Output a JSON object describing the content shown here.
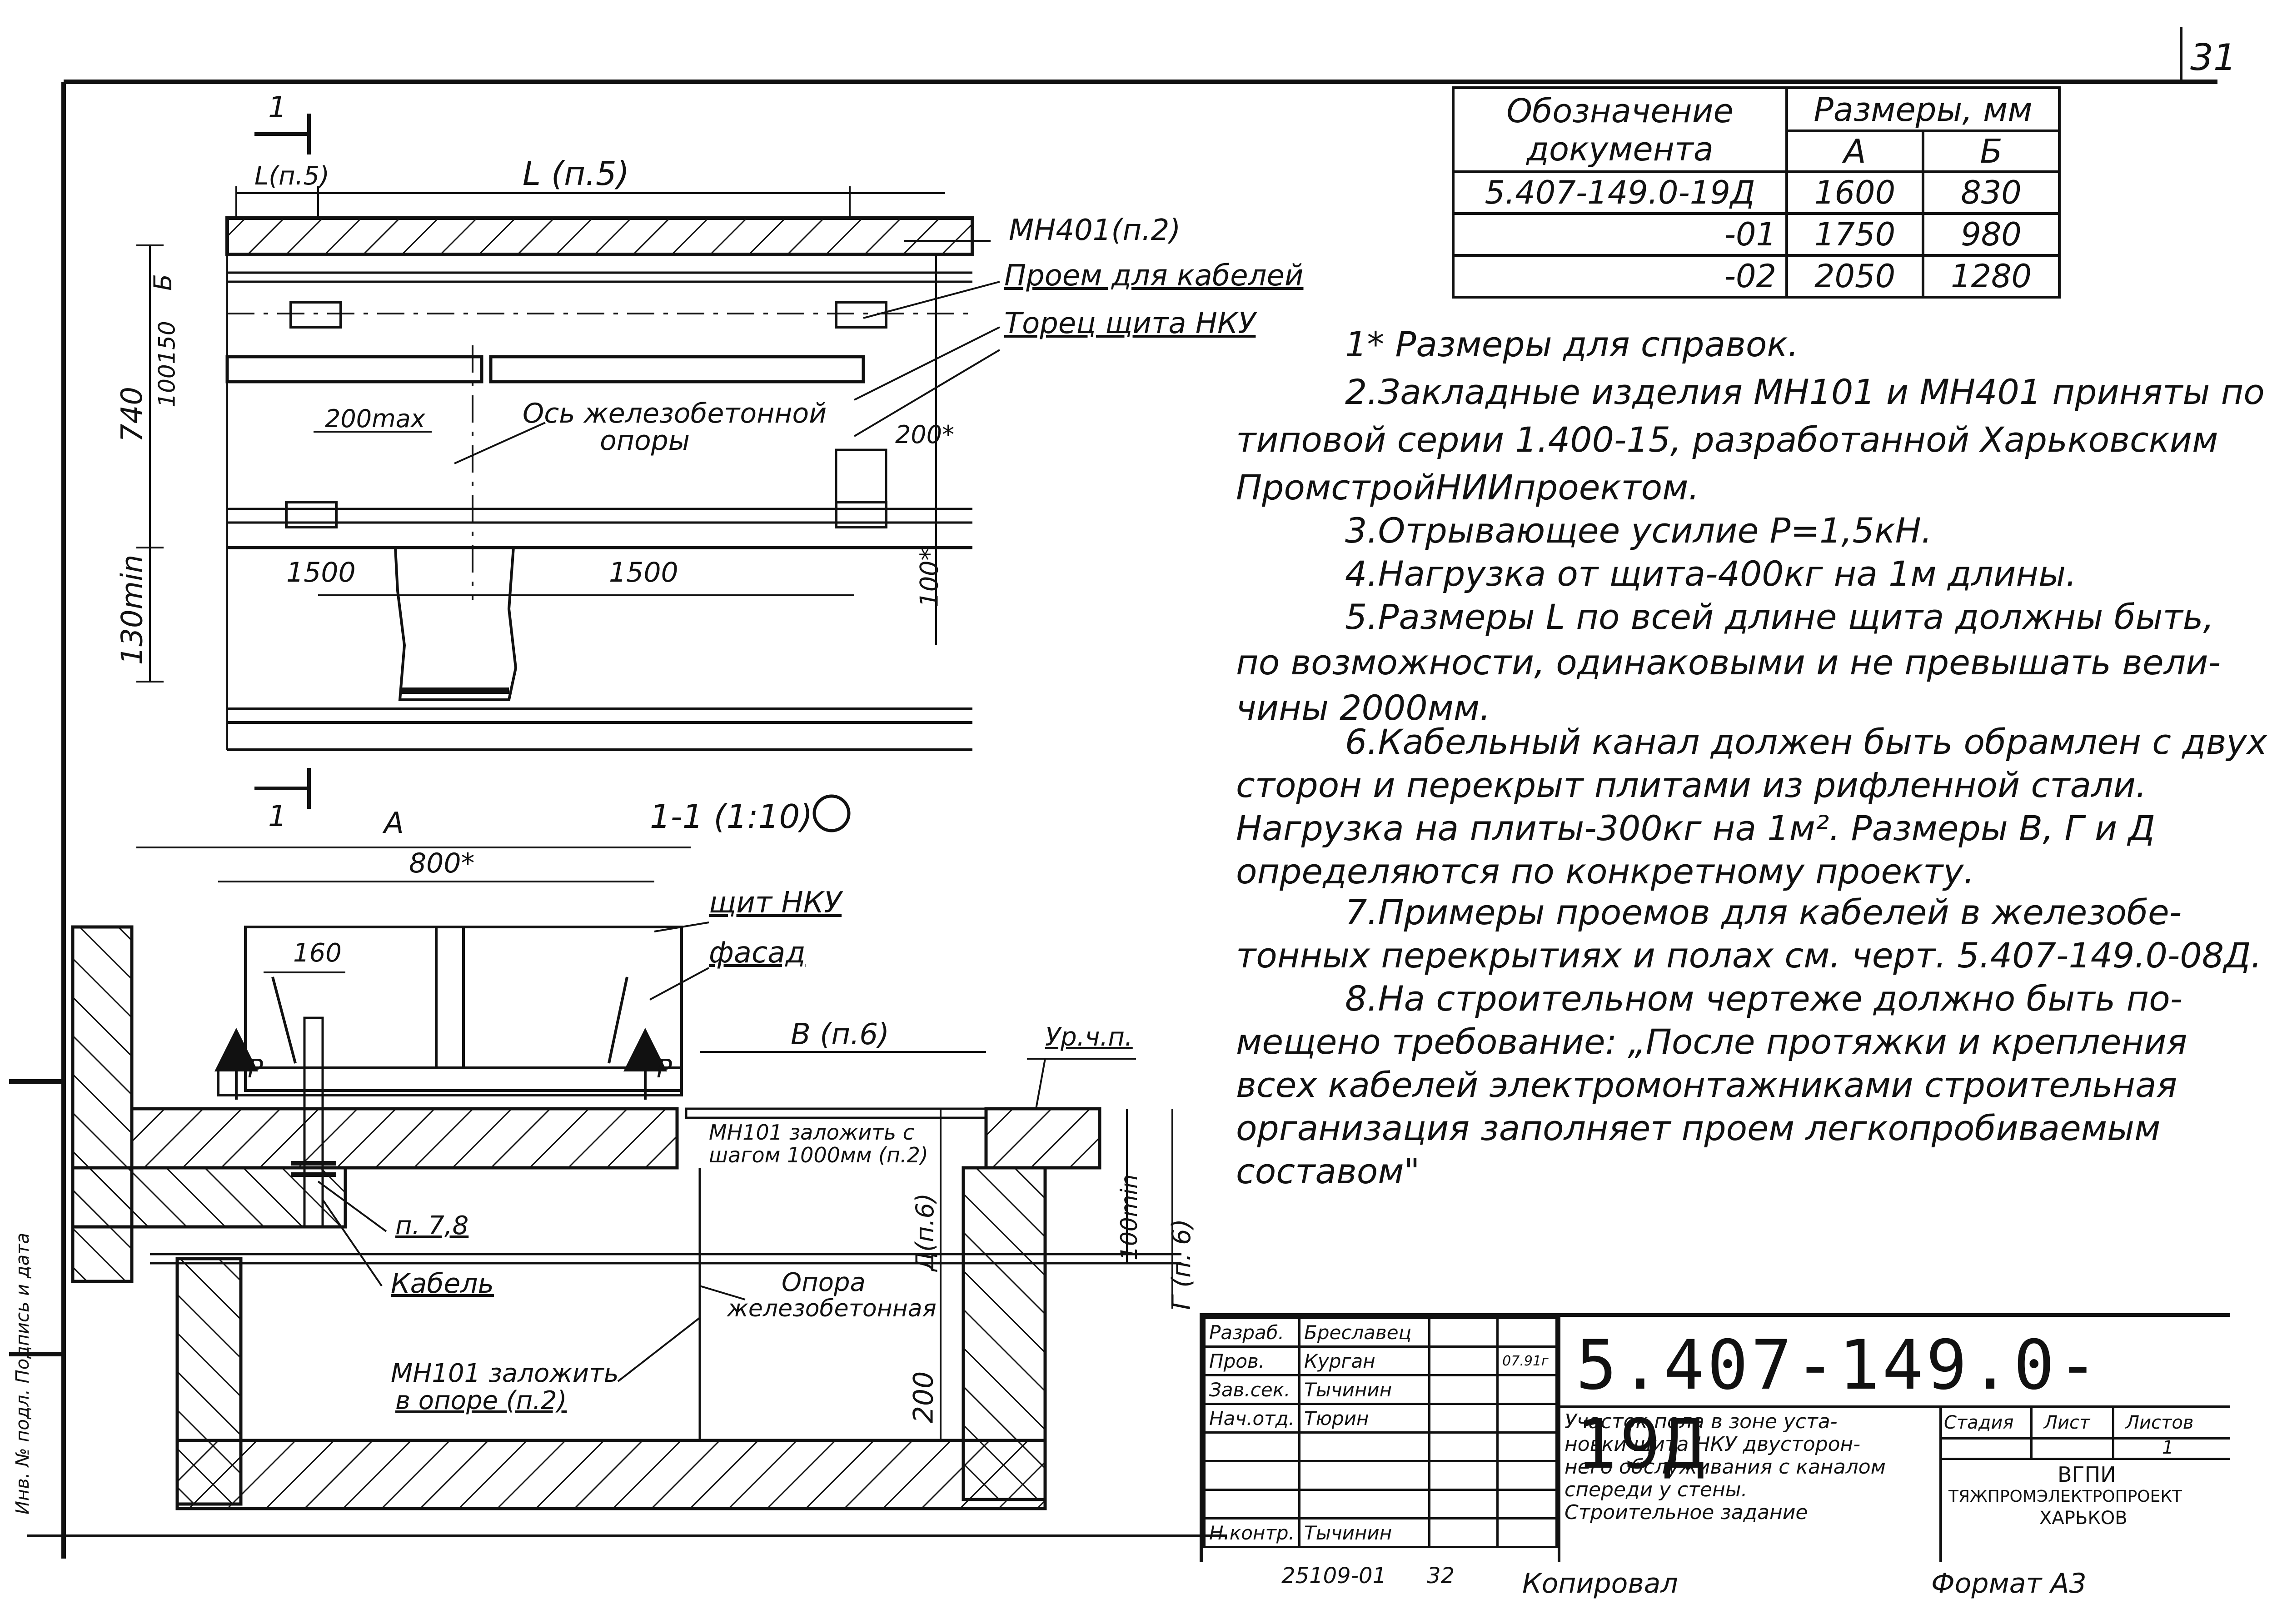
{
  "sheet_number": "31",
  "table": {
    "col1_header": "Обозначение документа",
    "col_sizes_header": "Размеры, мм",
    "col_a": "А",
    "col_b": "Б",
    "rows": [
      {
        "designation": "5.407-149.0-19Д",
        "a": "1600",
        "b": "830"
      },
      {
        "designation": "-01",
        "a": "1750",
        "b": "980"
      },
      {
        "designation": "-02",
        "a": "2050",
        "b": "1280"
      }
    ]
  },
  "notes": [
    "1* Размеры для справок.",
    "2.Закладные изделия МН101 и МН401 приняты по",
    "типовой серии 1.400-15, разработанной Харьковским",
    "ПромстройНИИпроектом.",
    "3.Отрывающее усилие P=1,5кН.",
    "4.Нагрузка от щита-400кг на 1м длины.",
    "5.Размеры L по всей длине щита должны быть,",
    "по возможности, одинаковыми и не превышать вели-",
    "чины 2000мм.",
    "6.Кабельный канал должен быть обрамлен с двух",
    "сторон и перекрыт плитами из рифленной стали.",
    "Нагрузка на плиты-300кг на 1м². Размеры В, Г и Д",
    "определяются по конкретному проекту.",
    "7.Примеры проемов для кабелей в железобе-",
    "тонных перекрытиях и полах см. черт. 5.407-149.0-08Д.",
    "8.На строительном чертеже должно быть по-",
    "мещено требование: „После протяжки и крепления",
    "всех кабелей электромонтажниками строительная",
    "организация заполняет проем легкопробиваемым",
    "составом\""
  ],
  "plan_labels": {
    "section_mark": "1",
    "L_small": "L(п.5)",
    "L_main": "L (п.5)",
    "mn401": "МН401(п.2)",
    "opening": "Проем для кабелей",
    "panel_end": "Торец щита НКУ",
    "axis_line1": "Ось железобетонной",
    "axis_line2": "опоры",
    "dim_200max": "200max",
    "dim_200star": "200*",
    "dim_1500a": "1500",
    "dim_1500b": "1500",
    "dim_B": "Б",
    "dim_150": "150",
    "dim_100": "100",
    "dim_740": "740",
    "dim_130min": "130min",
    "dim_100star": "100*"
  },
  "section_labels": {
    "title": "1-1 (1:10)",
    "dim_A": "А",
    "dim_800": "800*",
    "dim_160": "160",
    "panel": "щит НКУ",
    "facade": "фасад",
    "B_p6": "В (п.6)",
    "floor_level": "Ур.ч.п.",
    "force_left": "P",
    "force_right": "P",
    "mn101_line1": "МН101 заложить с",
    "mn101_line2": "шагом 1000мм (п.2)",
    "p78": "п. 7,8",
    "cable": "Кабель",
    "support_line1": "Опора",
    "support_line2": "железобетонная",
    "D_p6": "Д(п.6)",
    "dim_100min": "100min",
    "G_p6": "Г (п. 6)",
    "dim_200": "200",
    "mn101b_line1": "МН101 заложить",
    "mn101b_line2": "в опоре (п.2)"
  },
  "stamp": {
    "code": "5.407-149.0-19Д",
    "rows": [
      {
        "role": "Разраб.",
        "name": "Бреславец"
      },
      {
        "role": "Пров.",
        "name": "Курган",
        "date": "07.91г"
      },
      {
        "role": "Зав.сек.",
        "name": "Тычинин"
      },
      {
        "role": "Нач.отд.",
        "name": "Тюрин"
      },
      {
        "role": "",
        "name": ""
      },
      {
        "role": "",
        "name": ""
      },
      {
        "role": "",
        "name": ""
      },
      {
        "role": "Н.контр.",
        "name": "Тычинин"
      }
    ],
    "title_lines": [
      "Участок пола в зоне уста-",
      "новки щита НКУ двусторон-",
      "него обслуживания с каналом",
      "спереди у стены.",
      "Строительное задание"
    ],
    "stage_label": "Стадия",
    "sheet_label": "Лист",
    "sheets_label": "Листов",
    "sheets_value": "1",
    "org_line1": "ВГПИ",
    "org_line2": "ТЯЖПРОМЭЛЕКТРОПРОЕКТ",
    "org_line3": "ХАРЬКОВ"
  },
  "footer": {
    "inv": "25109-01",
    "page": "32",
    "copied": "Копировал",
    "format": "Формат А3"
  },
  "left_margin": {
    "inv_label": "Инв. № подл. Подпись и дата"
  }
}
